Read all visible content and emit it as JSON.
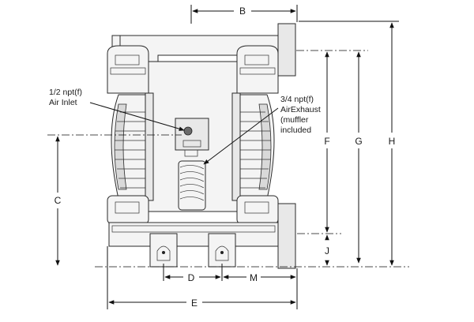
{
  "callouts": {
    "air_inlet_line1": "1/2  npt(f)",
    "air_inlet_line2": "Air Inlet",
    "air_exhaust_line1": "3/4 npt(f)",
    "air_exhaust_line2": "AirExhaust",
    "air_exhaust_line3": "(muffler",
    "air_exhaust_line4": "included"
  },
  "dimensions": {
    "B": "B",
    "C": "C",
    "D": "D",
    "E": "E",
    "F": "F",
    "G": "G",
    "H": "H",
    "J": "J",
    "M": "M"
  }
}
